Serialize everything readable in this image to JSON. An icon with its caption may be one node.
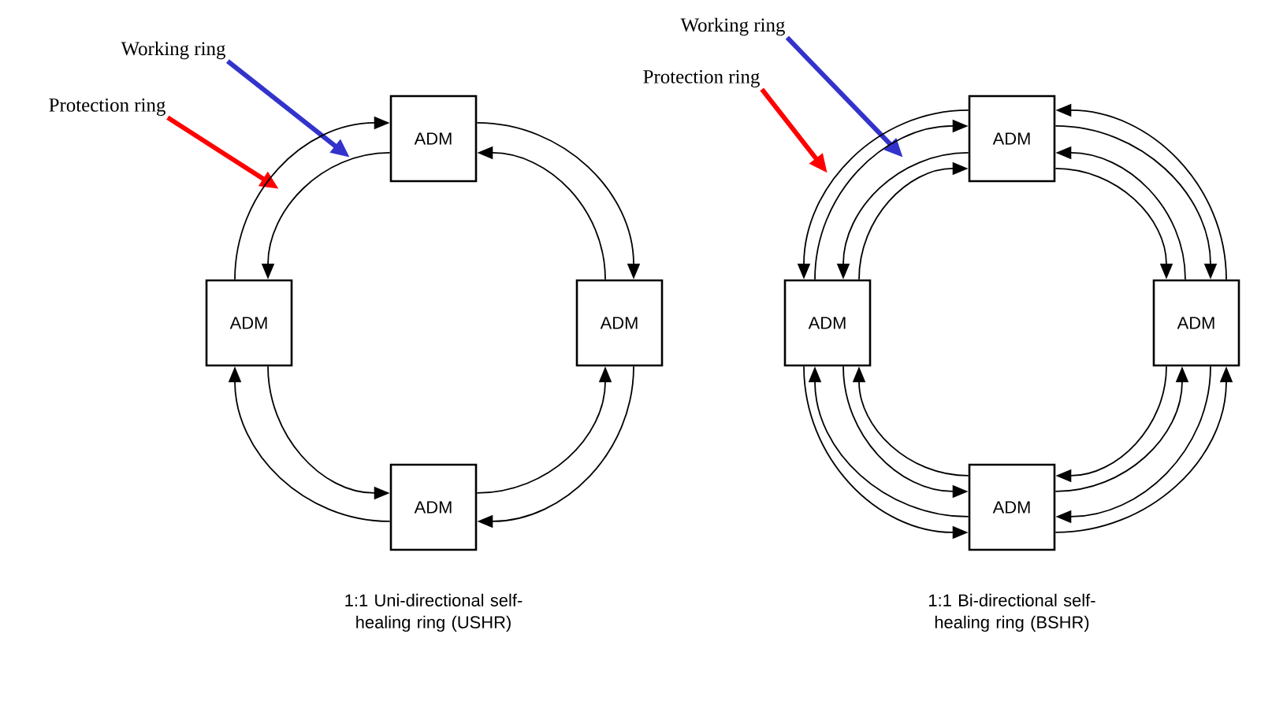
{
  "diagram": {
    "nodes": [
      {
        "text": [
          "Working ring"
        ]
      },
      {
        "text": [
          "Protection ring"
        ]
      },
      {
        "text": [
          "ADM"
        ]
      },
      {
        "text": [
          "ADM"
        ]
      },
      {
        "text": [
          "ADM"
        ]
      },
      {
        "text": [
          "ADM"
        ]
      },
      {
        "text": [
          "Working ring"
        ]
      },
      {
        "text": [
          "Protection ring"
        ]
      },
      {
        "text": [
          "ADM"
        ]
      },
      {
        "text": [
          "ADM"
        ]
      },
      {
        "text": [
          "ADM"
        ]
      },
      {
        "text": [
          "ADM"
        ]
      }
    ],
    "edges": [
      {
        "from": 0,
        "to": null,
        "arrow": "to",
        "style": "thick",
        "color": "#3333cc"
      },
      {
        "from": 1,
        "to": null,
        "arrow": "to",
        "style": "thick",
        "color": "#ff0000"
      },
      {
        "from": 3,
        "to": 2,
        "arrow": "to"
      },
      {
        "from": 2,
        "to": 3,
        "arrow": "to"
      },
      {
        "from": 2,
        "to": 4,
        "arrow": "to"
      },
      {
        "from": 4,
        "to": 2,
        "arrow": "to"
      },
      {
        "from": 4,
        "to": 5,
        "arrow": "to"
      },
      {
        "from": 5,
        "to": 4,
        "arrow": "to"
      },
      {
        "from": 3,
        "to": 5,
        "arrow": "to"
      },
      {
        "from": 5,
        "to": 3,
        "arrow": "to"
      },
      {
        "from": 6,
        "to": null,
        "arrow": "to",
        "style": "thick",
        "color": "#3333cc"
      },
      {
        "from": 7,
        "to": null,
        "arrow": "to",
        "style": "thick",
        "color": "#ff0000"
      },
      {
        "from": 8,
        "to": 9,
        "arrow": "to"
      },
      {
        "from": 9,
        "to": 8,
        "arrow": "to"
      },
      {
        "from": 8,
        "to": 9,
        "arrow": "to"
      },
      {
        "from": 9,
        "to": 8,
        "arrow": "to"
      },
      {
        "from": 10,
        "to": 8,
        "arrow": "to"
      },
      {
        "from": 8,
        "to": 10,
        "arrow": "to"
      },
      {
        "from": 10,
        "to": 8,
        "arrow": "to"
      },
      {
        "from": 8,
        "to": 10,
        "arrow": "to"
      },
      {
        "from": 10,
        "to": 11,
        "arrow": "to"
      },
      {
        "from": 11,
        "to": 10,
        "arrow": "to"
      },
      {
        "from": 10,
        "to": 11,
        "arrow": "to"
      },
      {
        "from": 11,
        "to": 10,
        "arrow": "to"
      },
      {
        "from": 11,
        "to": 9,
        "arrow": "to"
      },
      {
        "from": 9,
        "to": 11,
        "arrow": "to"
      },
      {
        "from": 11,
        "to": 9,
        "arrow": "to"
      },
      {
        "from": 9,
        "to": 11,
        "arrow": "to"
      }
    ],
    "labels": [
      "1:1 Uni-directional self-healing ring (USHR)",
      "1:1 Bi-directional self-healing ring (BSHR)"
    ]
  }
}
